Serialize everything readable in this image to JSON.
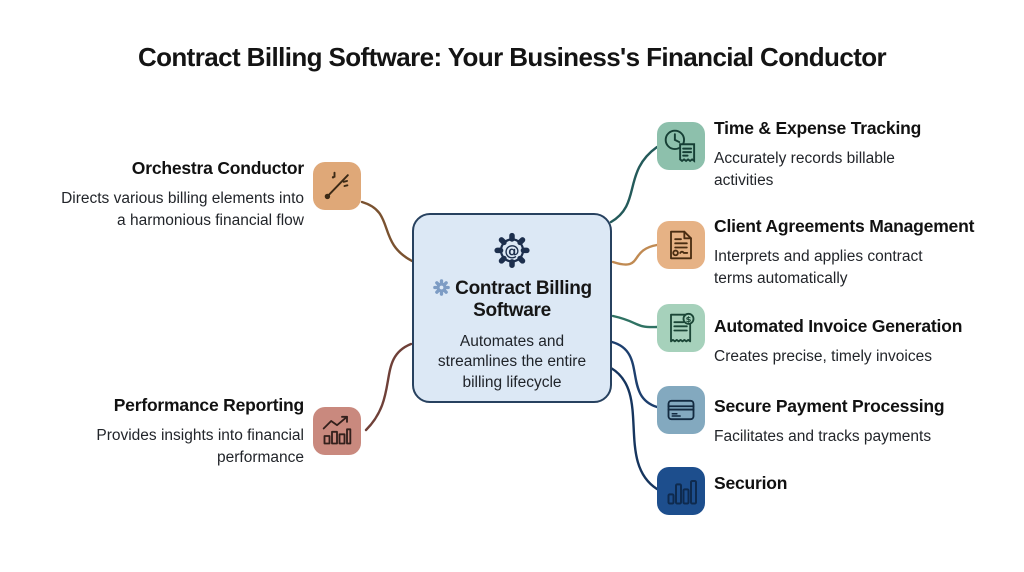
{
  "title": "Contract Billing Software: Your Business's Financial Conductor",
  "center": {
    "title": "Contract Billing Software",
    "description": "Automates and streamlines the entire billing lifecycle",
    "icon": "gear-at-icon",
    "bullet_icon": "gear-icon",
    "colors": {
      "fill": "#dce8f5",
      "border": "#27415f",
      "bullet_gear": "#7d9cc4",
      "stroke": "#1d2f4d"
    }
  },
  "left_branches": [
    {
      "title": "Orchestra Conductor",
      "description": "Directs various billing elements into a harmonious financial flow",
      "icon": "conductor-baton-icon",
      "tile_color": "#dfa878",
      "line_color": "#7a5230"
    },
    {
      "title": "Performance Reporting",
      "description": "Provides insights into financial performance",
      "icon": "bar-chart-arrow-icon",
      "tile_color": "#c9897e",
      "line_color": "#6f4038"
    }
  ],
  "right_branches": [
    {
      "title": "Time & Expense Tracking",
      "description": "Accurately records billable activities",
      "icon": "clock-receipt-icon",
      "tile_color": "#8dc0ac",
      "line_color": "#245a5a"
    },
    {
      "title": "Client Agreements Management",
      "description": "Interprets and applies contract terms automatically",
      "icon": "contract-document-icon",
      "tile_color": "#e6b285",
      "line_color": "#c08a52"
    },
    {
      "title": "Automated Invoice Generation",
      "description": "Creates precise, timely invoices",
      "icon": "invoice-dollar-icon",
      "tile_color": "#a6d1bb",
      "line_color": "#2f7263"
    },
    {
      "title": "Secure Payment Processing",
      "description": "Facilitates and tracks payments",
      "icon": "credit-card-icon",
      "tile_color": "#83a9bf",
      "line_color": "#1d3f6e"
    },
    {
      "title": "Securion",
      "description": "",
      "icon": "bar-chart-icon",
      "tile_color": "#1d4e8d",
      "line_color": "#16355e"
    }
  ]
}
